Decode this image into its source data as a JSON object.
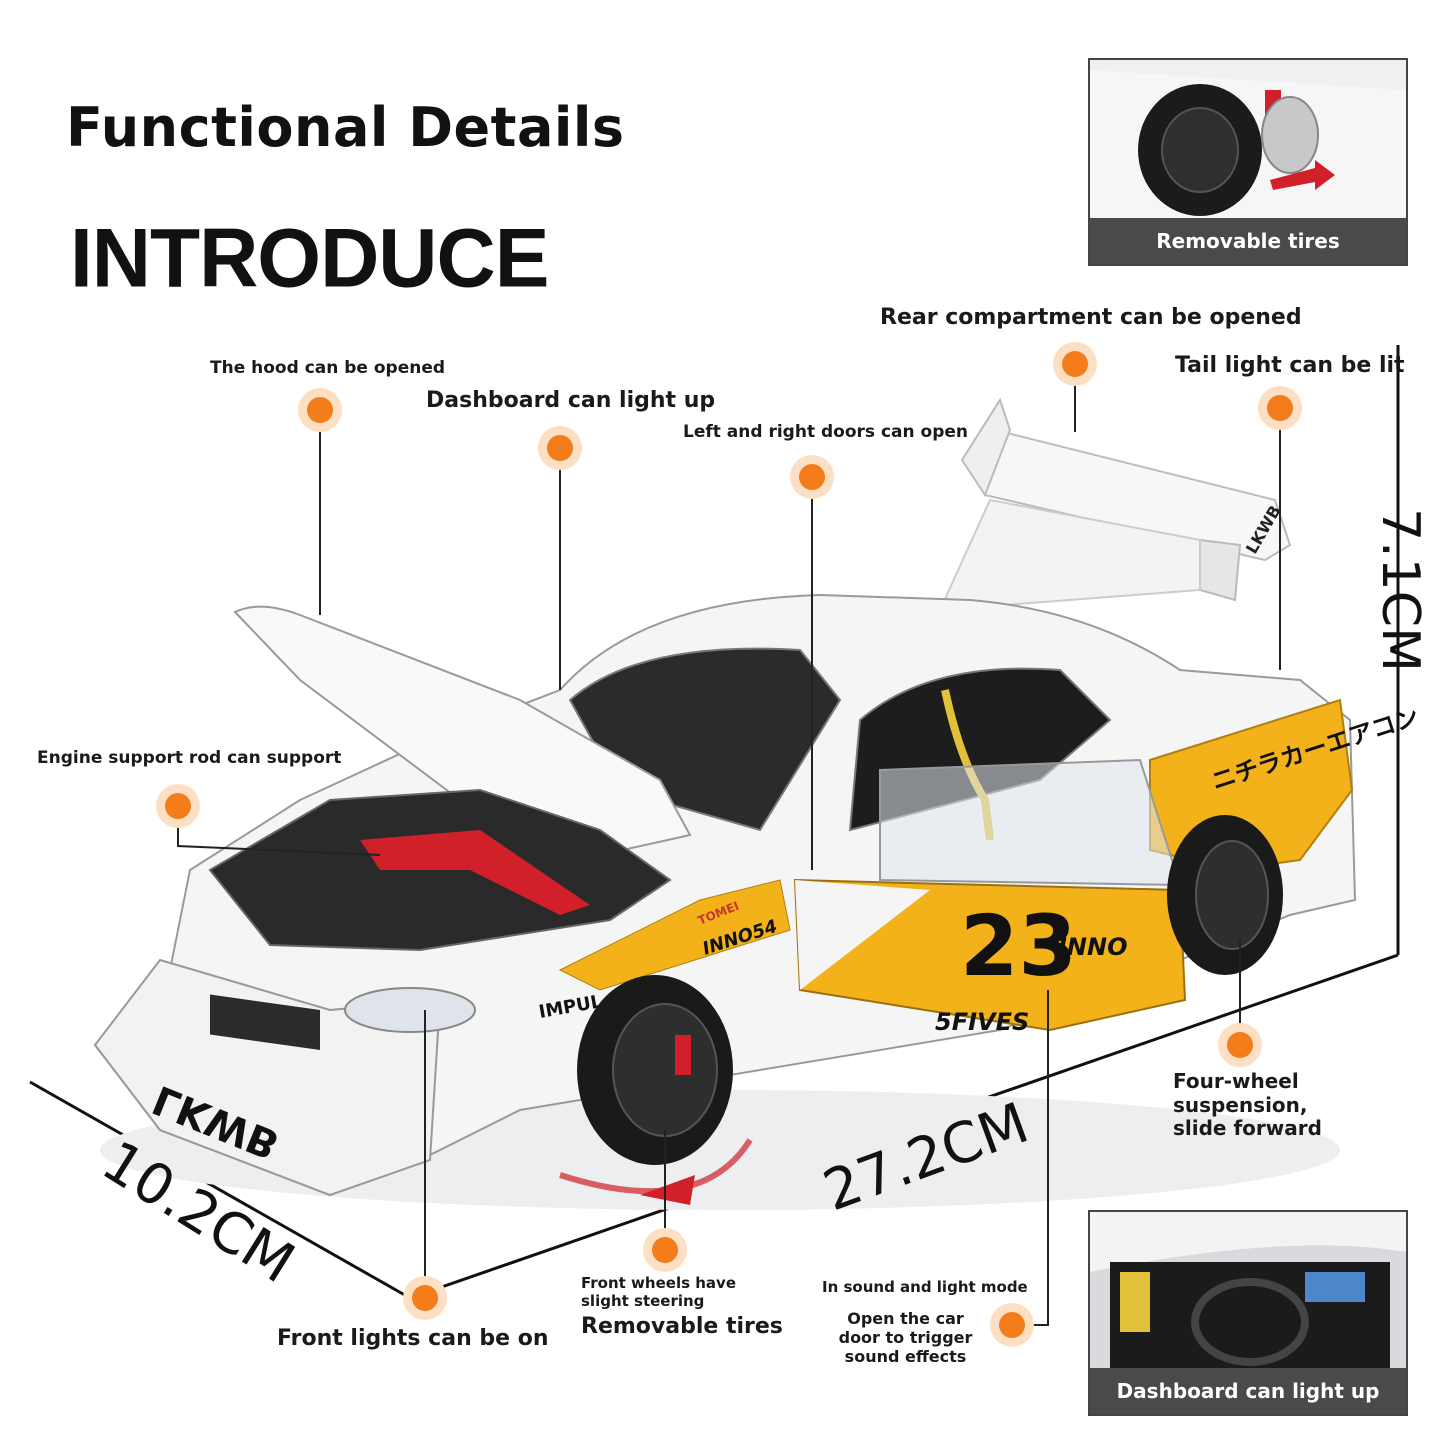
{
  "header": {
    "title": "Functional Details",
    "subtitle": "INTRODUCE"
  },
  "callouts": {
    "hood": "The hood can be opened",
    "dashboard": "Dashboard can light up",
    "doors": "Left and right doors can open",
    "rear_compartment": "Rear compartment can be opened",
    "tail_light": "Tail light can be lit",
    "engine_rod": "Engine support rod can support",
    "suspension": "Four-wheel suspension, slide forward",
    "front_lights": "Front lights can be on",
    "steering": "Front wheels have slight steering",
    "removable_tires": "Removable tires",
    "sound_mode": "In sound and light mode",
    "sound_trigger": "Open the car door to trigger sound effects"
  },
  "insets": {
    "tires_caption": "Removable tires",
    "dashboard_caption": "Dashboard can light up"
  },
  "dimensions": {
    "height": "7.1CM",
    "length": "27.2CM",
    "width": "10.2CM"
  },
  "car_decals": {
    "number": "23",
    "brand1": "INNO",
    "brand2": "IMPUL",
    "brand3": "5FIVES",
    "brand4": "LKWB",
    "brand5": "TOMEI",
    "japanese": "ニチラカーエアコン"
  },
  "colors": {
    "accent_dot": "#f47d1b",
    "car_body": "#f4f4f4",
    "livery_yellow": "#f3b21a",
    "caption_bar": "#4a4a4a"
  }
}
